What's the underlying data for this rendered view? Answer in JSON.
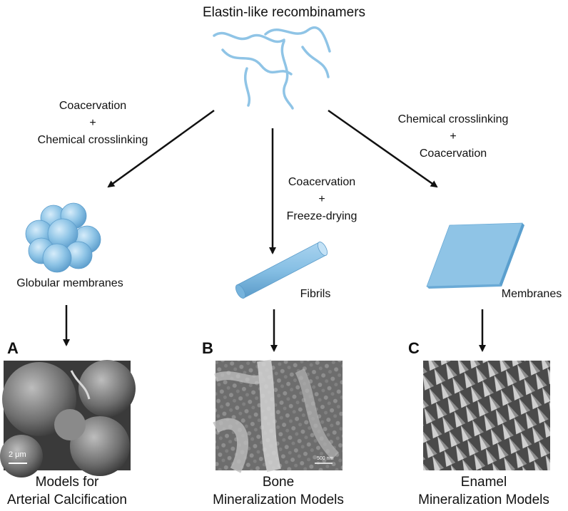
{
  "title": "Elastin-like recombinamers",
  "routes": {
    "left": {
      "line1": "Coacervation",
      "line2": "+",
      "line3": "Chemical crosslinking"
    },
    "middle": {
      "line1": "Coacervation",
      "line2": "+",
      "line3": "Freeze-drying"
    },
    "right": {
      "line1": "Chemical crosslinking",
      "line2": "+",
      "line3": "Coacervation"
    }
  },
  "structures": {
    "globular": "Globular membranes",
    "fibrils": "Fibrils",
    "membranes": "Membranes"
  },
  "panels": [
    {
      "letter": "A",
      "scale": "2 μm",
      "caption_line1": "Models for",
      "caption_line2": "Arterial Calcification"
    },
    {
      "letter": "B",
      "scale": "500 nm",
      "caption_line1": "Bone",
      "caption_line2": "Mineralization Models"
    },
    {
      "letter": "C",
      "scale": "",
      "caption_line1": "Enamel",
      "caption_line2": "Mineralization Models"
    }
  ],
  "colors": {
    "accent": "#8fc4e6",
    "accent_dark": "#5a9fce",
    "arrow": "#111111"
  }
}
